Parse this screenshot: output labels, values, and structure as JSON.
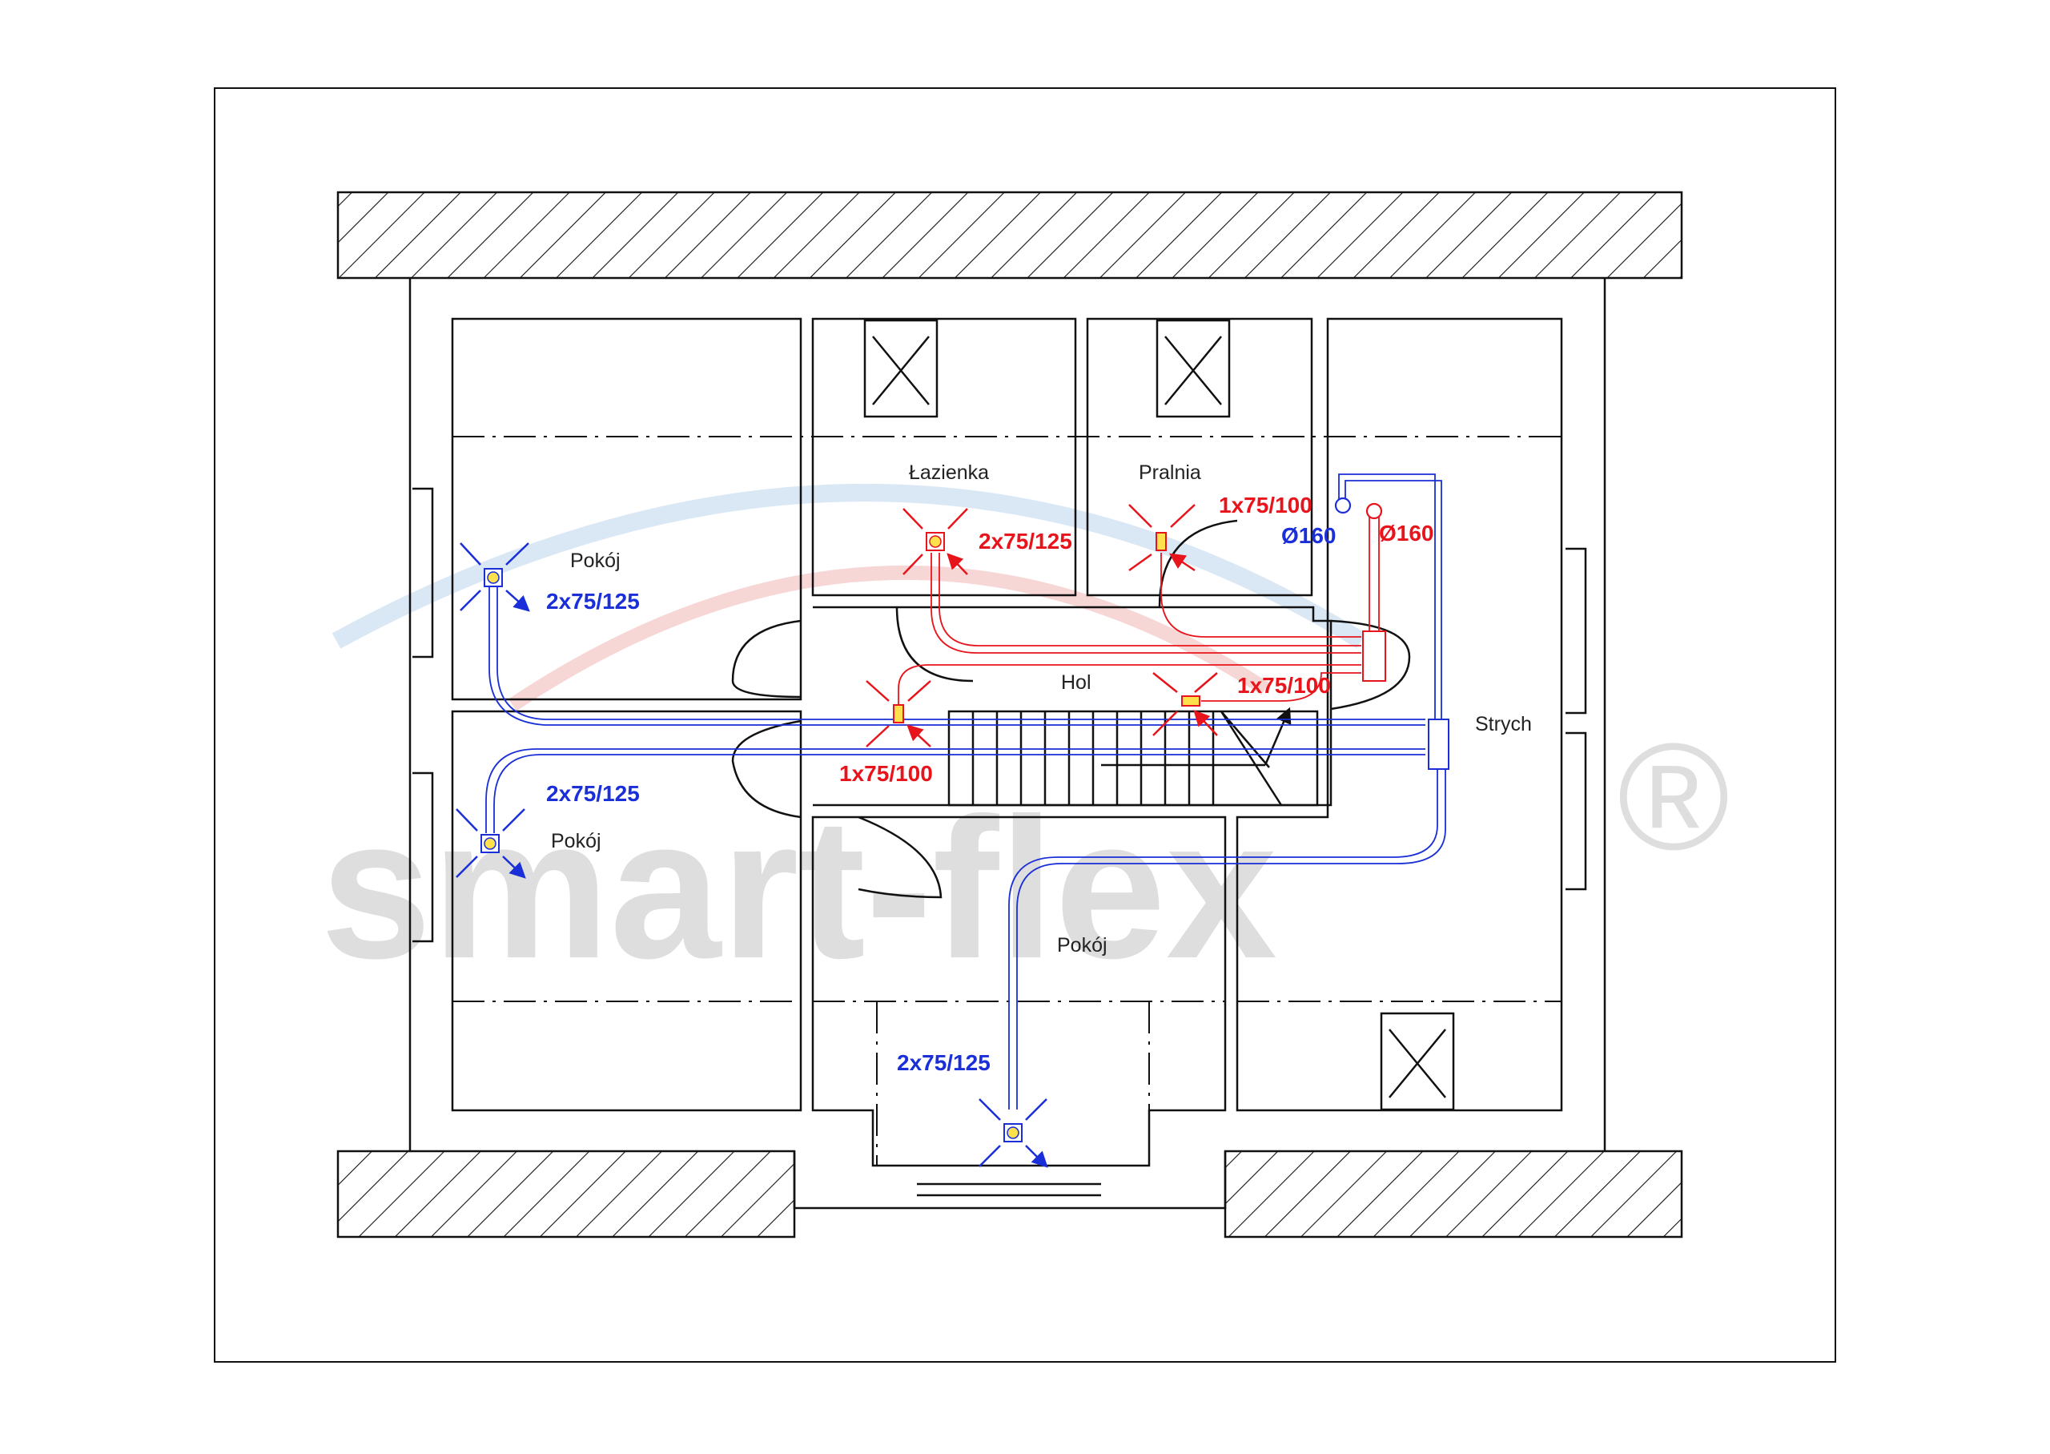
{
  "watermark": {
    "text": "smart-flex",
    "reg_mark": "®"
  },
  "rooms": {
    "pokoj_top_left": "Pokój",
    "pokoj_left": "Pokój",
    "pokoj_bottom": "Pokój",
    "lazienka": "Łazienka",
    "pralnia": "Pralnia",
    "hol": "Hol",
    "strych": "Strych"
  },
  "duct_labels": {
    "supply_top_left": "2x75/125",
    "supply_left": "2x75/125",
    "supply_bottom": "2x75/125",
    "extract_lazienka": "2x75/125",
    "extract_pralnia": "1x75/100",
    "extract_hol_left": "1x75/100",
    "extract_hol_right": "1x75/100",
    "main_supply": "Ø160",
    "main_extract": "Ø160"
  },
  "colors": {
    "supply": "#1a2fd8",
    "extract": "#e8141c",
    "walls": "#111111",
    "watermark": "#d9d9d9"
  }
}
